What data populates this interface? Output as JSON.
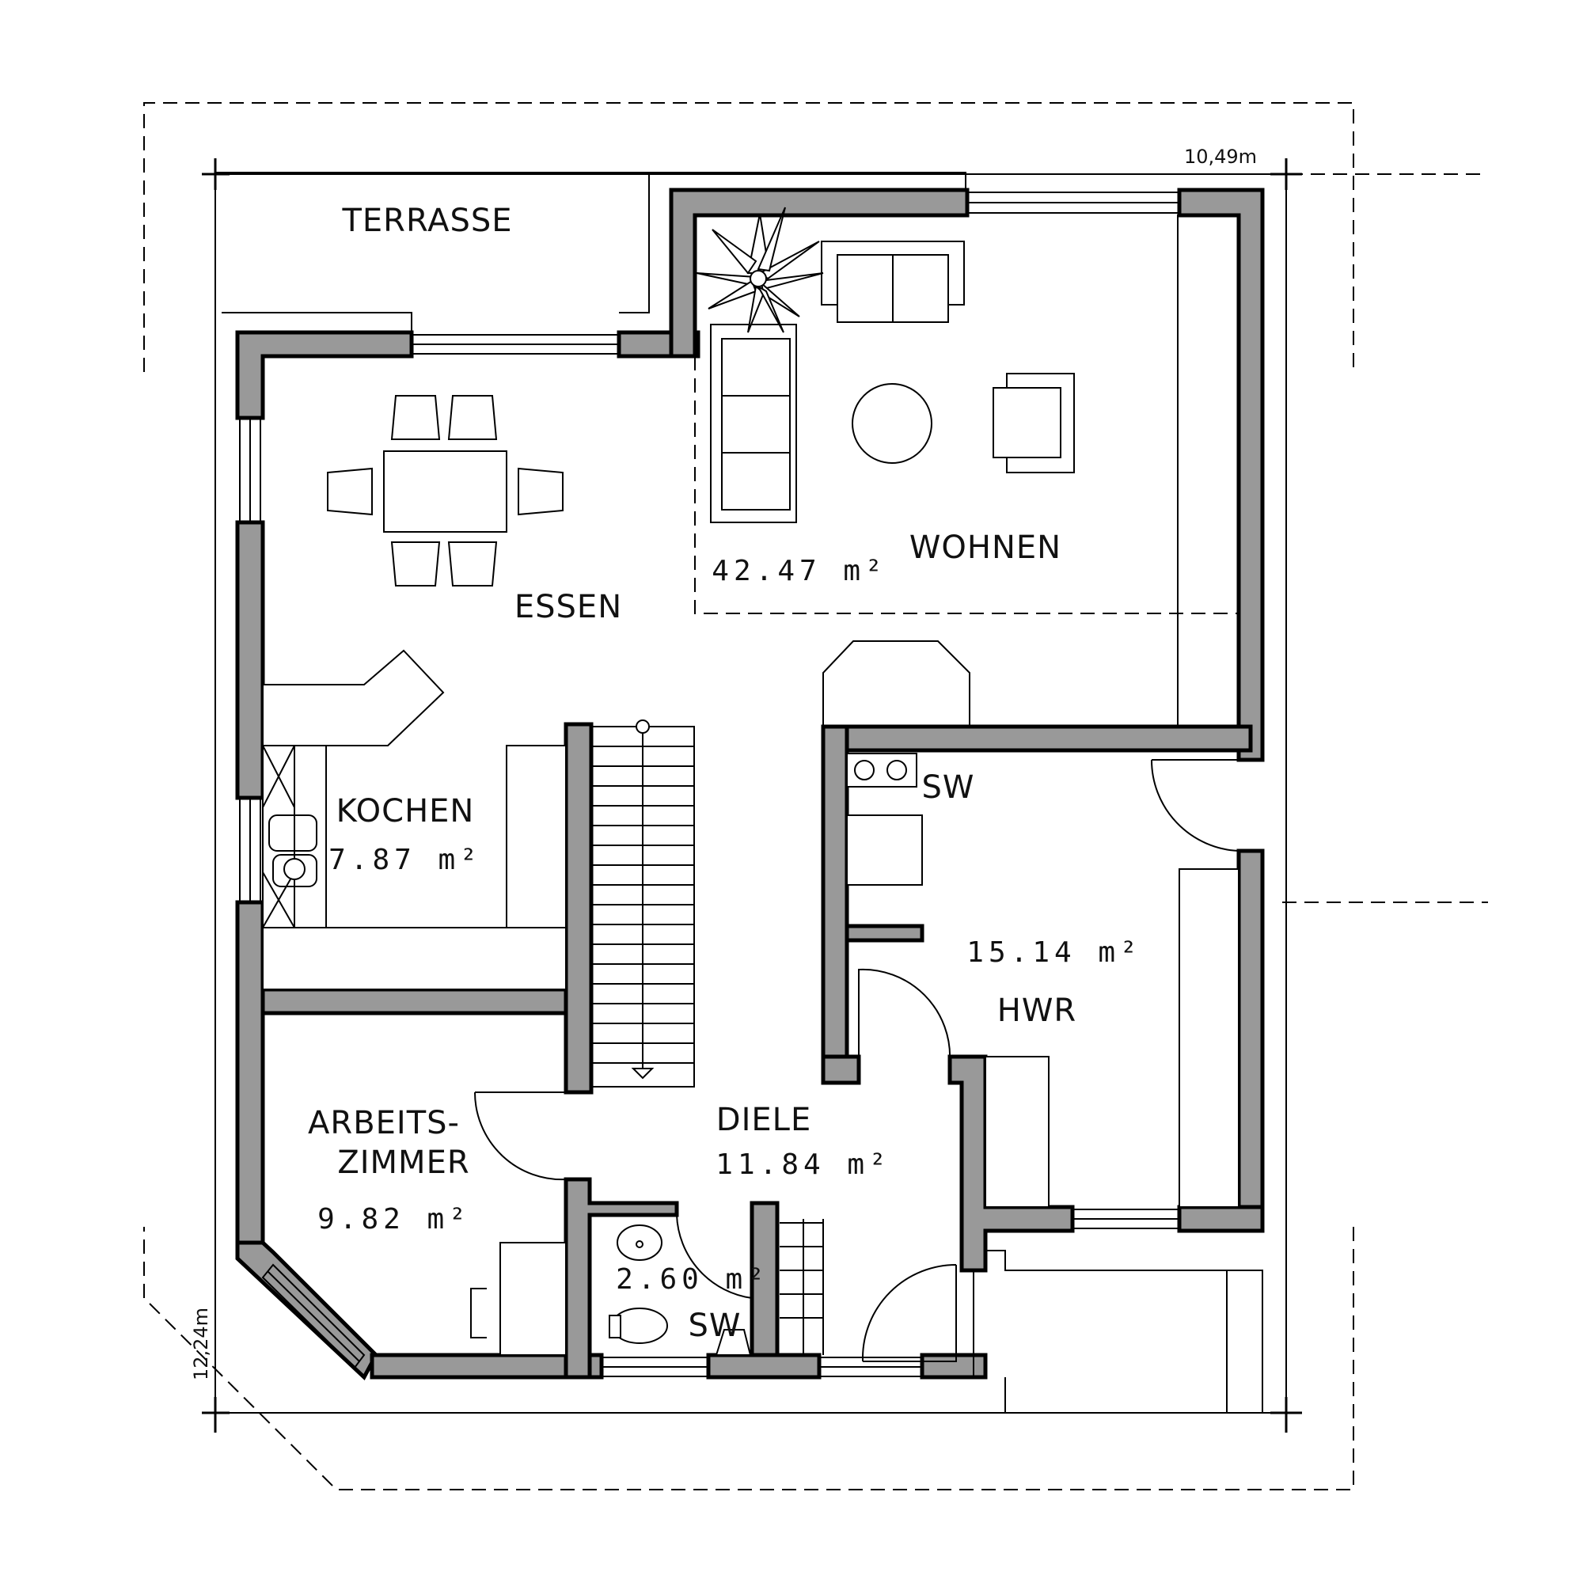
{
  "rooms": {
    "terrasse": {
      "label": "TERRASSE"
    },
    "essen": {
      "label": "ESSEN"
    },
    "wohnen": {
      "label": "WOHNEN",
      "area": "42.47 m²"
    },
    "kochen": {
      "label": "KOCHEN",
      "area": "7.87 m²"
    },
    "hwr": {
      "label": "HWR",
      "area": "15.14 m²",
      "note": "SW"
    },
    "diele": {
      "label": "DIELE",
      "area": "11.84 m²"
    },
    "arbeitszimmer": {
      "label_line1": "ARBEITS-",
      "label_line2": "ZIMMER",
      "area": "9.82 m²"
    },
    "wc": {
      "area": "2.60 m²",
      "note": "SW"
    }
  },
  "dimensions": {
    "width": "10,49m",
    "depth": "12,24m"
  },
  "colors": {
    "wall_fill": "#999999",
    "line": "#000000",
    "background": "#ffffff"
  }
}
